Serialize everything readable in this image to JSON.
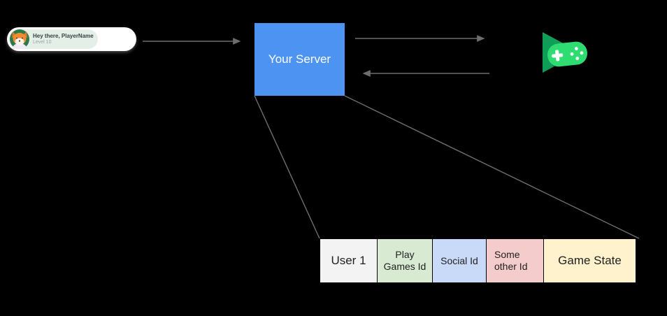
{
  "canvas": {
    "background": "#000000"
  },
  "player_card": {
    "greeting": "Hey there, PlayerName",
    "level_label": "Level 10",
    "inner_bg": "#e4efe8"
  },
  "server": {
    "label": "Your Server",
    "bg": "#4d94f2"
  },
  "play_games_icon": {
    "name": "google-play-games-logo",
    "triangle_color": "#0f9d58",
    "gamepad_color": "#2edc71"
  },
  "connectors": {
    "color": "#6e6e6e"
  },
  "table": {
    "cells": [
      {
        "label": "User 1",
        "color": "#f3f3f3"
      },
      {
        "label": "Play\nGames Id",
        "color": "#d9ead3"
      },
      {
        "label": "Social Id",
        "color": "#c9daf8"
      },
      {
        "label": "Some\nother Id",
        "color": "#f4cccc"
      },
      {
        "label": "Game State",
        "color": "#fff2cc"
      }
    ]
  }
}
